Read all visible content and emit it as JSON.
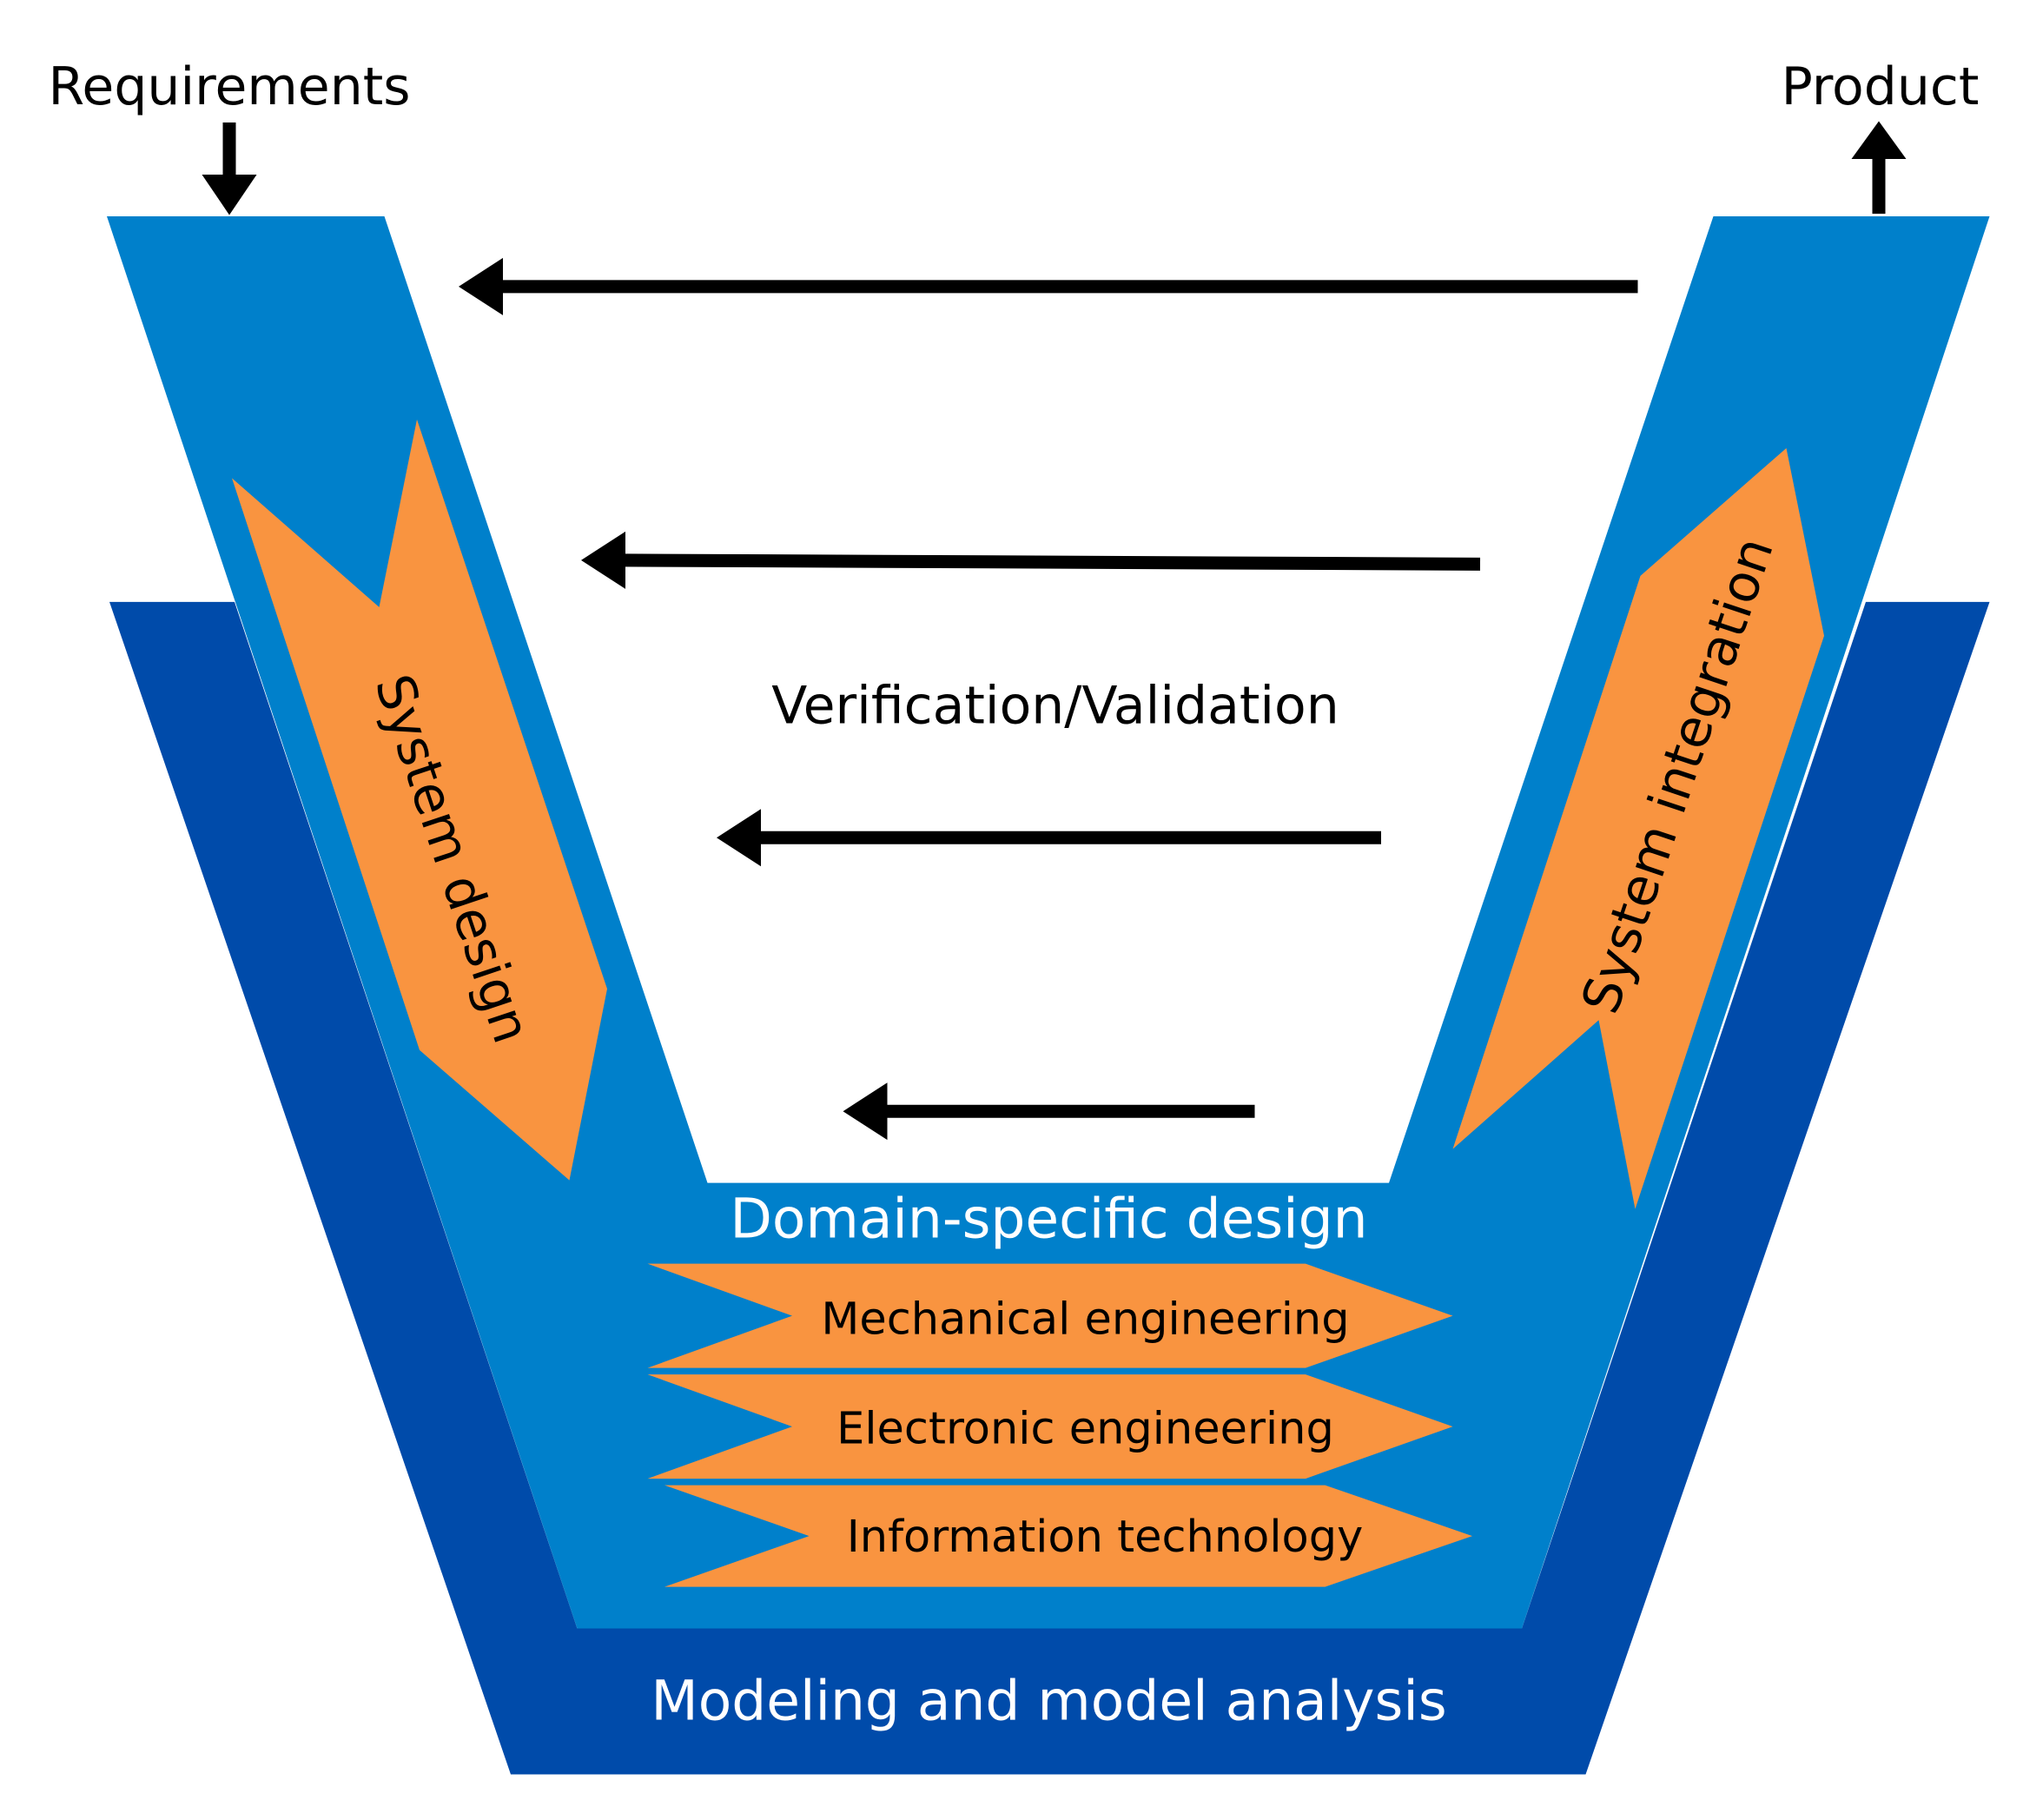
{
  "labels": {
    "requirements": "Requirements",
    "product": "Product",
    "verification": "Verification/Validation",
    "system_design": "System design",
    "system_integration": "System integration",
    "domain_specific": "Domain-specific design",
    "modeling": "Modeling and model analysis",
    "domains": [
      "Mechanical engineering",
      "Electronic engineering",
      "Information technology"
    ]
  },
  "colors": {
    "outer_band": "#004BAA",
    "inner_band": "#0080CB",
    "arrow_fill": "#F99440",
    "arrows": "#000000",
    "text_dark": "#000000",
    "text_light": "#ffffff"
  }
}
